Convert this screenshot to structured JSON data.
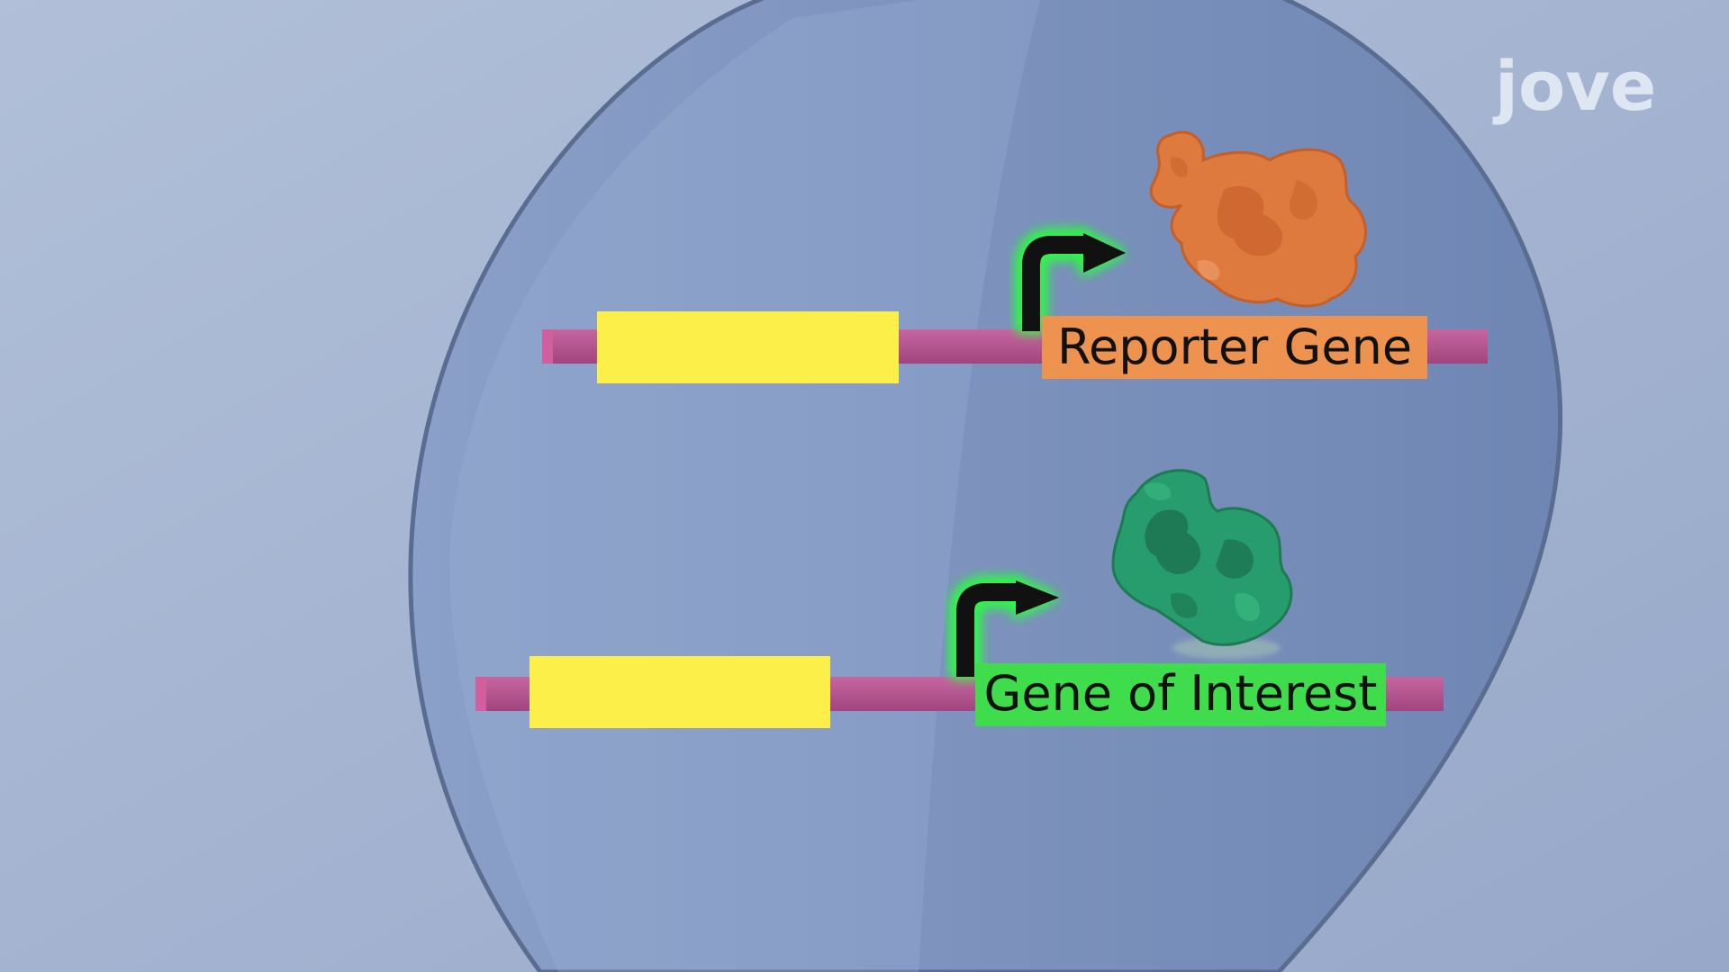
{
  "labels": {
    "reporter_gene": "Reporter Gene",
    "gene_of_interest": "Gene of Interest"
  },
  "logo": {
    "text": "jove"
  },
  "icons": {
    "promoter_arrow": "bent-arrow-icon",
    "reporter_protein": "orange-protein-blob",
    "interest_protein": "green-protein-blob"
  },
  "colors": {
    "background": "#a7b6d2",
    "cell": "#7c92bc",
    "cell_outline": "#5a6c90",
    "dna_strand": "#b4528f",
    "regulatory_region": "#fdef4a",
    "reporter_label_bg": "#ee9250",
    "interest_label_bg": "#3fdc4c",
    "arrow": "#111111",
    "arrow_glow": "#2cff3c",
    "reporter_protein": "#df7a3f",
    "interest_protein": "#279d6d"
  }
}
